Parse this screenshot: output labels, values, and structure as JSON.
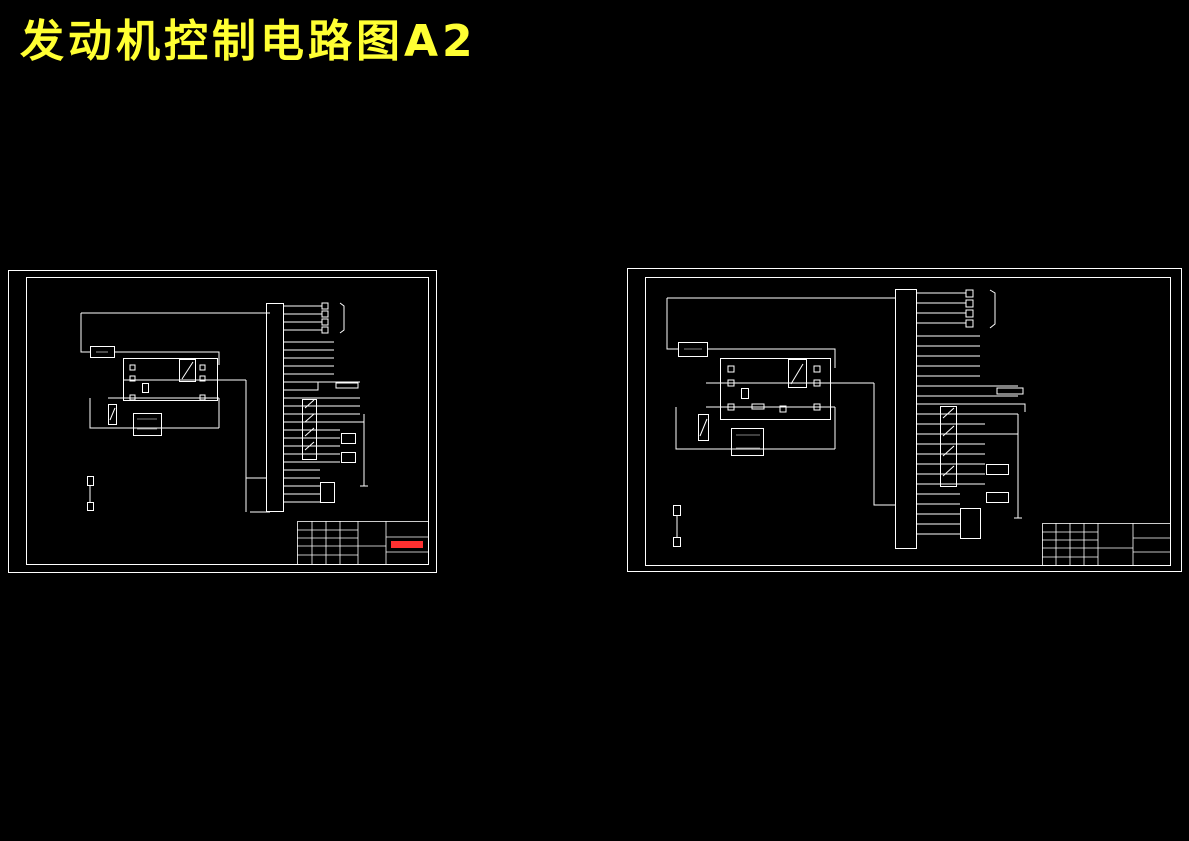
{
  "page": {
    "title": "发动机控制电路图A2",
    "title_color": "#ffff33",
    "background": "#000000"
  },
  "colors": {
    "line": "#ffffff",
    "red_note": "#ff3030"
  },
  "sheets": [
    {
      "name": "left-drawing-sheet",
      "title_block_has_red_note": true
    },
    {
      "name": "right-drawing-sheet",
      "title_block_has_red_note": false
    }
  ]
}
